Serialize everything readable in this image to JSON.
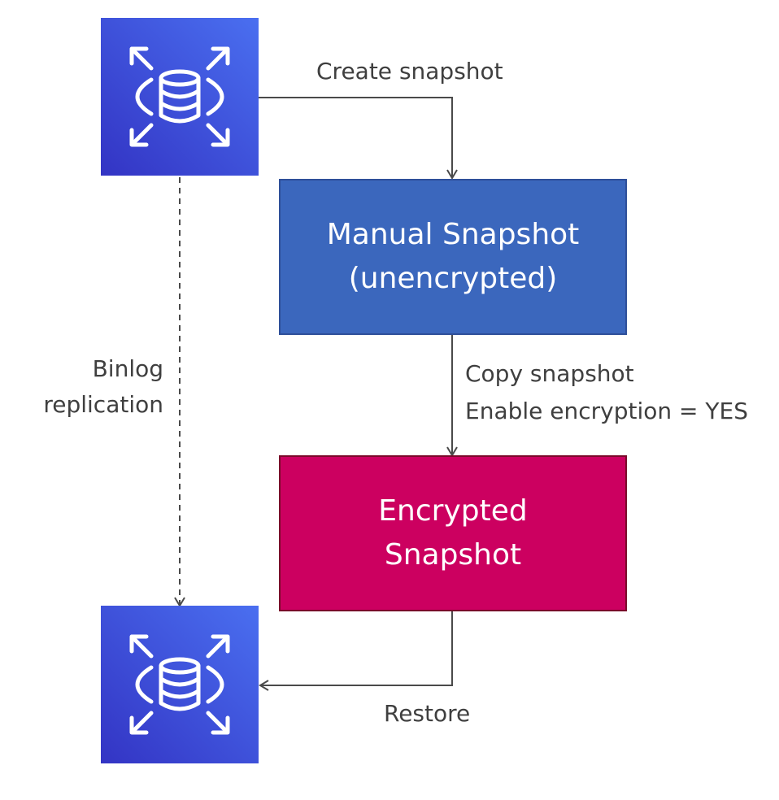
{
  "colors": {
    "tile_gradient_top": "#4a6ff0",
    "tile_gradient_bottom": "#3334c4",
    "manual_box": "#3b67bd",
    "manual_border": "#2e4f99",
    "encrypted_box": "#cc0060",
    "encrypted_border": "#7a0a2a",
    "arrow": "#4a4a4a",
    "label_text": "#3f3f3f"
  },
  "icons": {
    "source_db": "rds-database-icon",
    "target_db": "rds-database-icon"
  },
  "nodes": {
    "manual_snapshot": {
      "line1": "Manual Snapshot",
      "line2": "(unencrypted)"
    },
    "encrypted_snapshot": {
      "line1": "Encrypted",
      "line2": "Snapshot"
    }
  },
  "edges": {
    "create": "Create snapshot",
    "copy_line1": "Copy snapshot",
    "copy_line2": "Enable encryption = YES",
    "restore": "Restore",
    "binlog_line1": "Binlog",
    "binlog_line2": "replication"
  }
}
